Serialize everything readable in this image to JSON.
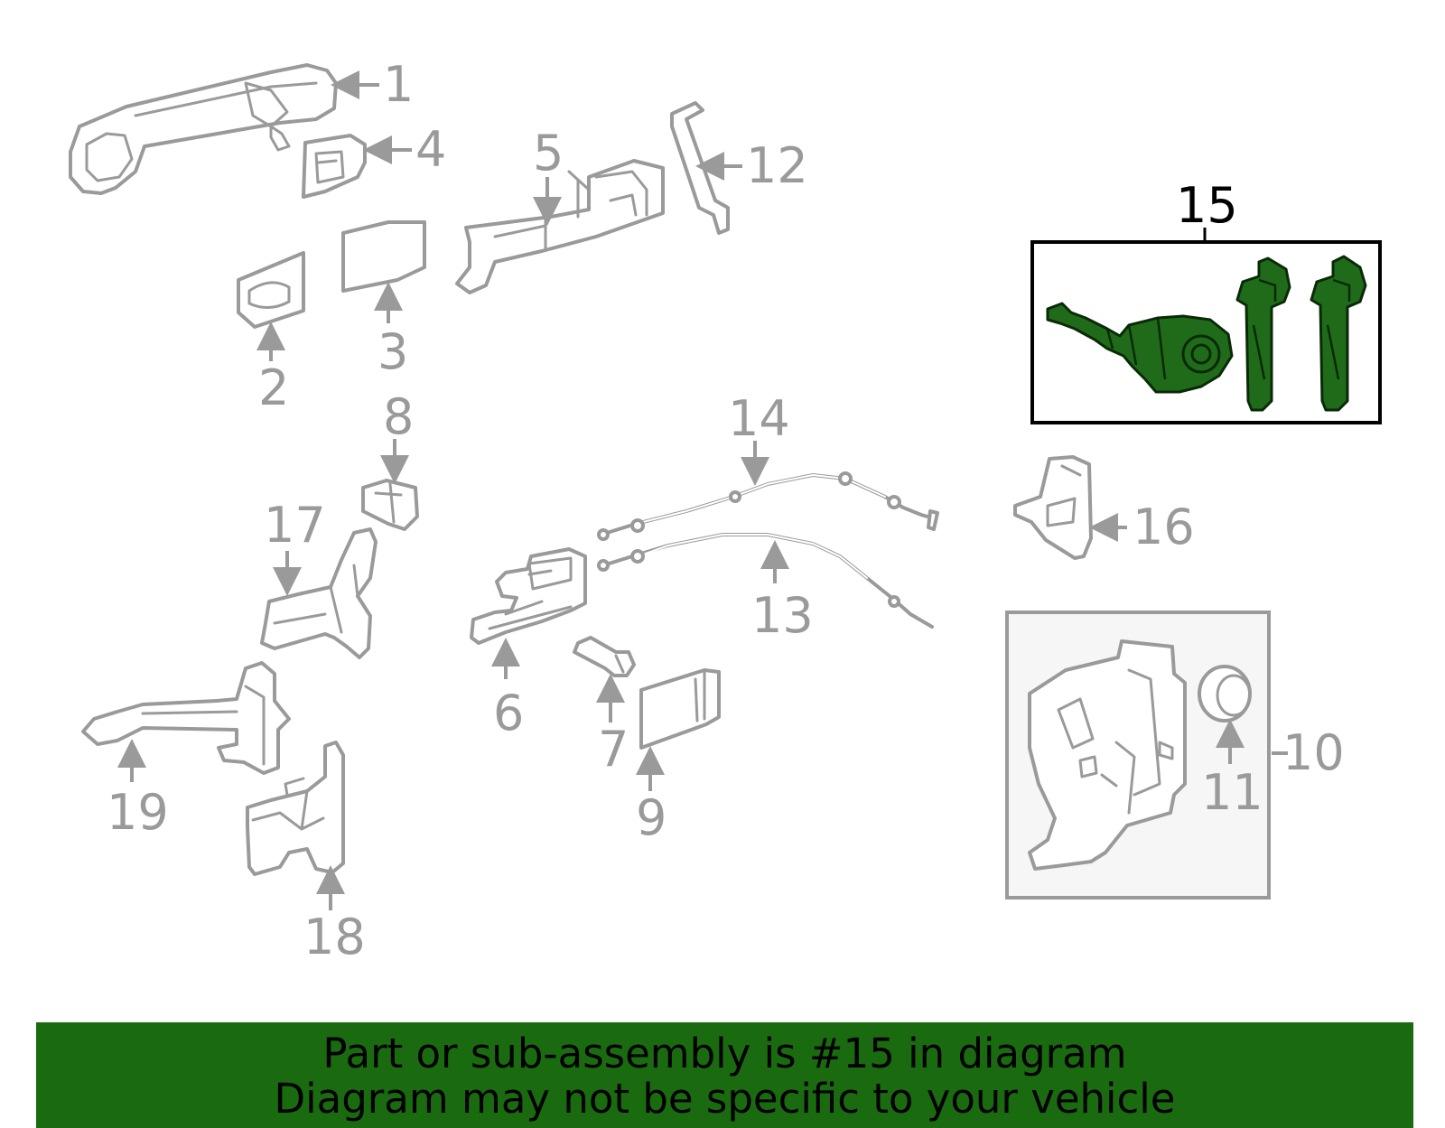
{
  "diagram": {
    "callouts": [
      "1",
      "2",
      "3",
      "4",
      "5",
      "6",
      "7",
      "8",
      "9",
      "10",
      "11",
      "12",
      "13",
      "14",
      "15",
      "16",
      "17",
      "18",
      "19"
    ],
    "highlighted_callout": "15",
    "colors": {
      "part_outline": "#9a9a9a",
      "highlight_fill": "#1f6b1a",
      "highlight_label": "#000000",
      "banner": "#1a6b10"
    }
  },
  "banner": {
    "line1": "Part or sub-assembly is #15 in diagram",
    "line2": "Diagram may not be specific to your vehicle"
  }
}
